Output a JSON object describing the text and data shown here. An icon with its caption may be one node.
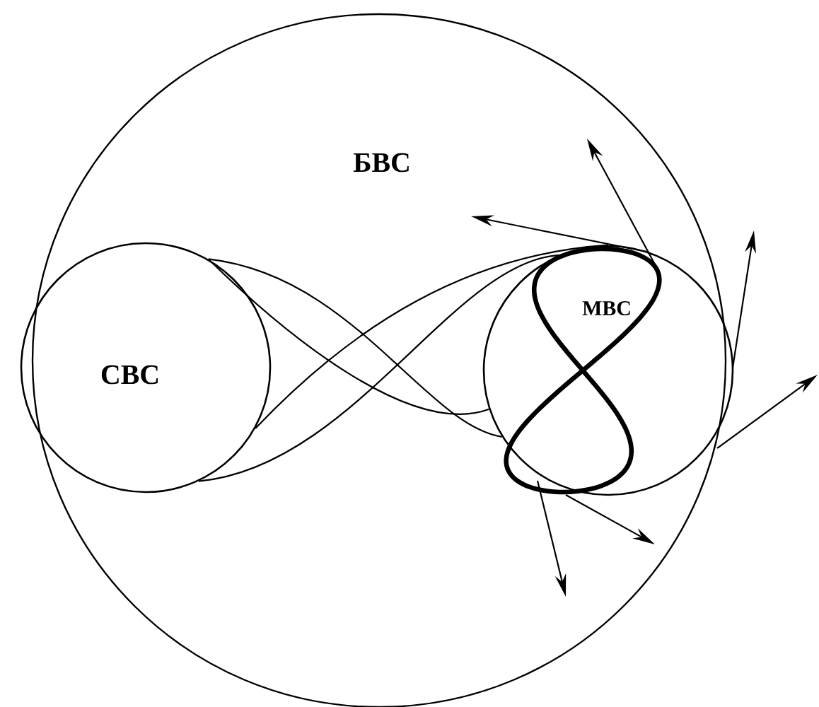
{
  "diagram": {
    "nodes": [
      {
        "text": [
          "БВС"
        ]
      },
      {
        "text": [
          "СВС"
        ],
        "in": 0
      },
      {
        "text": [],
        "shape": "circle",
        "in": 0
      },
      {
        "text": [
          "МВС"
        ],
        "in": 2
      }
    ],
    "edges": [
      {
        "from": 1,
        "to": 2,
        "arrow": "none"
      },
      {
        "from": 1,
        "to": 2,
        "arrow": "none"
      },
      {
        "from": 1,
        "to": 2,
        "arrow": "none"
      },
      {
        "from": 1,
        "to": 2,
        "arrow": "none"
      },
      {
        "from": 3,
        "to": null,
        "arrow": "to"
      },
      {
        "from": 3,
        "to": null,
        "arrow": "to"
      },
      {
        "from": 2,
        "to": null,
        "arrow": "to"
      },
      {
        "from": 2,
        "to": null,
        "arrow": "to"
      },
      {
        "from": 3,
        "to": null,
        "arrow": "to"
      },
      {
        "from": 3,
        "to": null,
        "arrow": "to"
      }
    ]
  }
}
